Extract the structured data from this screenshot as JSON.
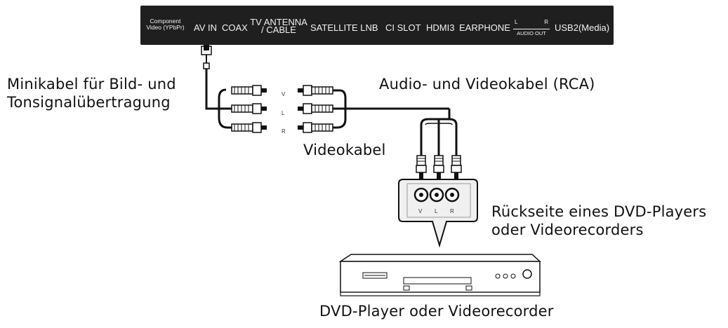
{
  "panel": {
    "component_line1": "Component",
    "component_line2": "Video (YPbPr)",
    "av_in": "AV IN",
    "coax": "COAX",
    "tv_antenna_line1": "TV ANTENNA",
    "tv_antenna_line2": "/ CABLE",
    "satellite_lnb": "SATELLITE LNB",
    "ci_slot": "CI SLOT",
    "hdmi3": "HDMI3",
    "earphone": "EARPHONE",
    "audio_out_l": "L",
    "audio_out_r": "R",
    "audio_out": "AUDIO OUT",
    "usb2": "USB2(Media)"
  },
  "labels": {
    "minikabel_line1": "Minikabel für Bild- und",
    "minikabel_line2": "Tonsignalübertragung",
    "audio_video_cable": "Audio- und Videokabel (RCA)",
    "videokabel": "Videokabel",
    "dvd_rear_line1": "Rückseite eines DVD-Players",
    "dvd_rear_line2": "oder Videorecorders",
    "dvd_player": "DVD-Player oder Videorecorder"
  },
  "connector_marks": {
    "v": "V",
    "l": "L",
    "r": "R"
  },
  "colors": {
    "panel": "#1f1f1f",
    "panel_text": "#f2f2f2",
    "line": "#111111",
    "device_fill": "#ffffff",
    "jack_plate": "#f0f0f0"
  },
  "icons": [
    "rca-plug-icon",
    "dvd-player-icon",
    "jack-plate-icon"
  ]
}
